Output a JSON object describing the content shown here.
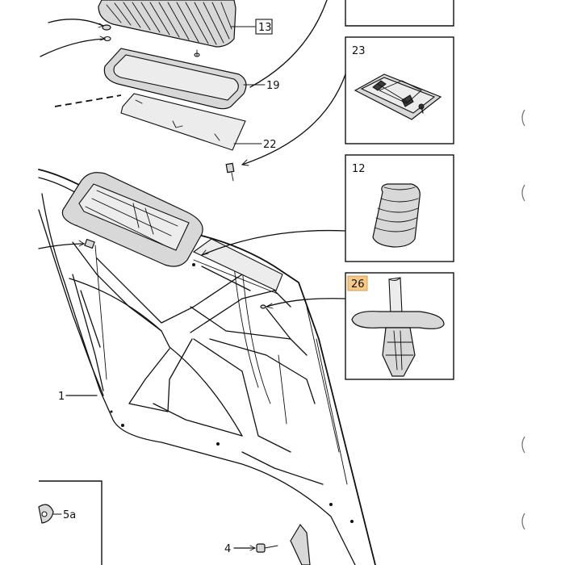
{
  "labels": {
    "p13": "13",
    "p19": "19",
    "p22": "22",
    "p23": "23",
    "p12": "12",
    "p26": "26",
    "p1": "1",
    "p4": "4",
    "p5a": "5a"
  },
  "colors": {
    "highlight": "#f5c98a",
    "ink": "#111111"
  }
}
